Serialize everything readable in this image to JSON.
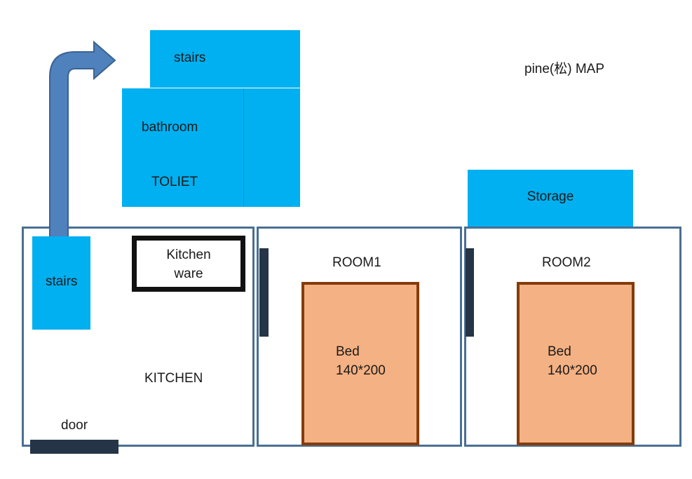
{
  "map": {
    "title": "pine(松) MAP"
  },
  "upper_floor": {
    "stairs_label": "stairs",
    "bathroom_label": "bathroom",
    "toilet_label": "TOLIET"
  },
  "storage": {
    "label": "Storage"
  },
  "kitchen": {
    "label": "KITCHEN",
    "stairs_label": "stairs",
    "kitchenware_line1": "Kitchen",
    "kitchenware_line2": "ware",
    "door_label": "door"
  },
  "room1": {
    "label": "ROOM1",
    "bed_label": "Bed",
    "bed_size": "140*200"
  },
  "room2": {
    "label": "ROOM2",
    "bed_label": "Bed",
    "bed_size": "140*200"
  },
  "colors": {
    "block_blue": "#00b0f0",
    "wall_blue": "#4a6f94",
    "arrow_blue": "#4f81bd",
    "bed_fill": "#f4b183",
    "bed_border": "#843c0c",
    "door_dark": "#253446"
  },
  "icons": {
    "upstairs_arrow": "arrow-up-right-icon"
  }
}
